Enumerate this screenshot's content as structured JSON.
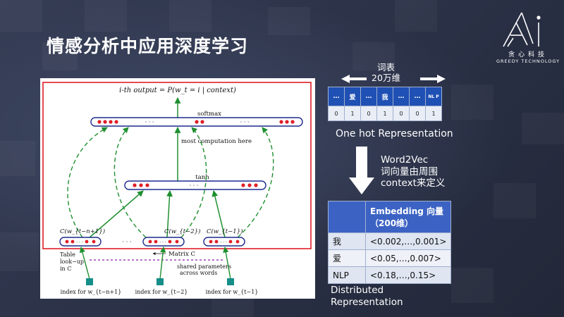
{
  "slide": {
    "title": "情感分析中应用深度学习"
  },
  "logo": {
    "cn": "贪心科技",
    "en": "GREEDY TECHNOLOGY"
  },
  "diagram": {
    "output_label": "i-th output = P(w_t = i | context)",
    "softmax": "softmax",
    "most_computation": "most computation here",
    "tanh": "tanh",
    "ellipsis": "· · ·",
    "c_labels": [
      "C(w_{t−n+1})",
      "C(w_{t−2})",
      "C(w_{t−1})"
    ],
    "matrix": "Matrix C",
    "table_lookup": [
      "Table",
      "look−up",
      "in C"
    ],
    "shared": [
      "shared parameters",
      "across words"
    ],
    "index_labels": [
      "index for w_{t−n+1}",
      "index for w_{t−2}",
      "index for w_{t−1}"
    ],
    "accent_red": "#e01e26",
    "accent_green": "#1f8f2f",
    "accent_navy": "#1c2a8c",
    "accent_purple": "#8a1fa8",
    "accent_teal": "#158d88"
  },
  "vocab": {
    "line1": "词表",
    "line2": "20万维"
  },
  "onehot": {
    "headers": [
      "…",
      "爱",
      "…",
      "我",
      "…",
      "…",
      "NL P"
    ],
    "values": [
      "0",
      "1",
      "0",
      "1",
      "0",
      "0",
      "1"
    ],
    "label": "One hot Representation"
  },
  "word2vec": {
    "line1": "Word2Vec",
    "line2": "词向量由周围",
    "line3": "context来定义"
  },
  "embedding": {
    "header": "Embedding 向量（200维）",
    "rows": [
      {
        "word": "我",
        "vec": "<0.002,…,0.001>"
      },
      {
        "word": "爱",
        "vec": "<0.05,…,0.007>"
      },
      {
        "word": "NLP",
        "vec": "<0.18,…,0.15>"
      }
    ],
    "label_line1": "Distributed",
    "label_line2": "Representation"
  }
}
